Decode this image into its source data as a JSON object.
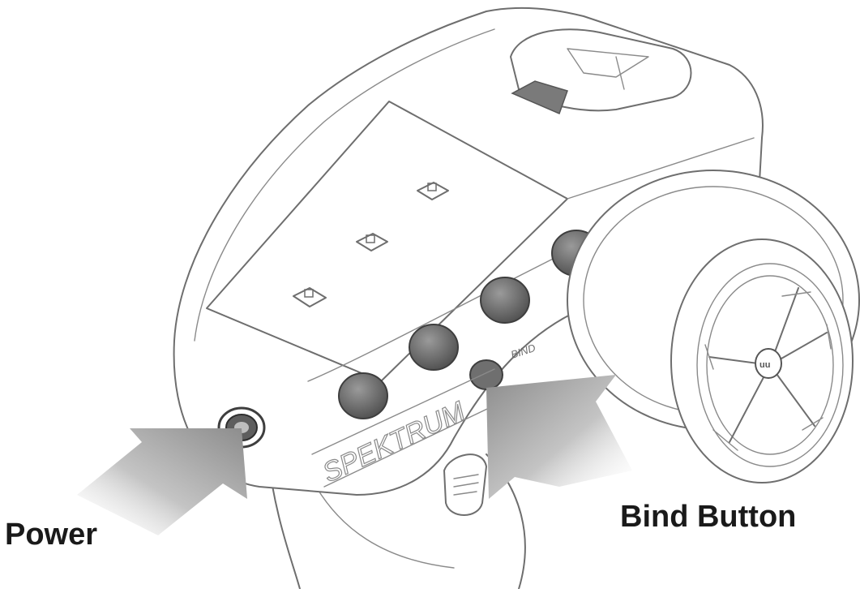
{
  "callouts": {
    "power": "Power",
    "bind_button": "Bind Button"
  },
  "device_text": {
    "bind_marking": "BIND",
    "brand_marking": "SPEKTRUM"
  },
  "colors": {
    "outline": "#6e6e6e",
    "arrow_dark": "#9a9a9a",
    "knob": "#6b6b6b",
    "label_text": "#1a1a1a"
  }
}
